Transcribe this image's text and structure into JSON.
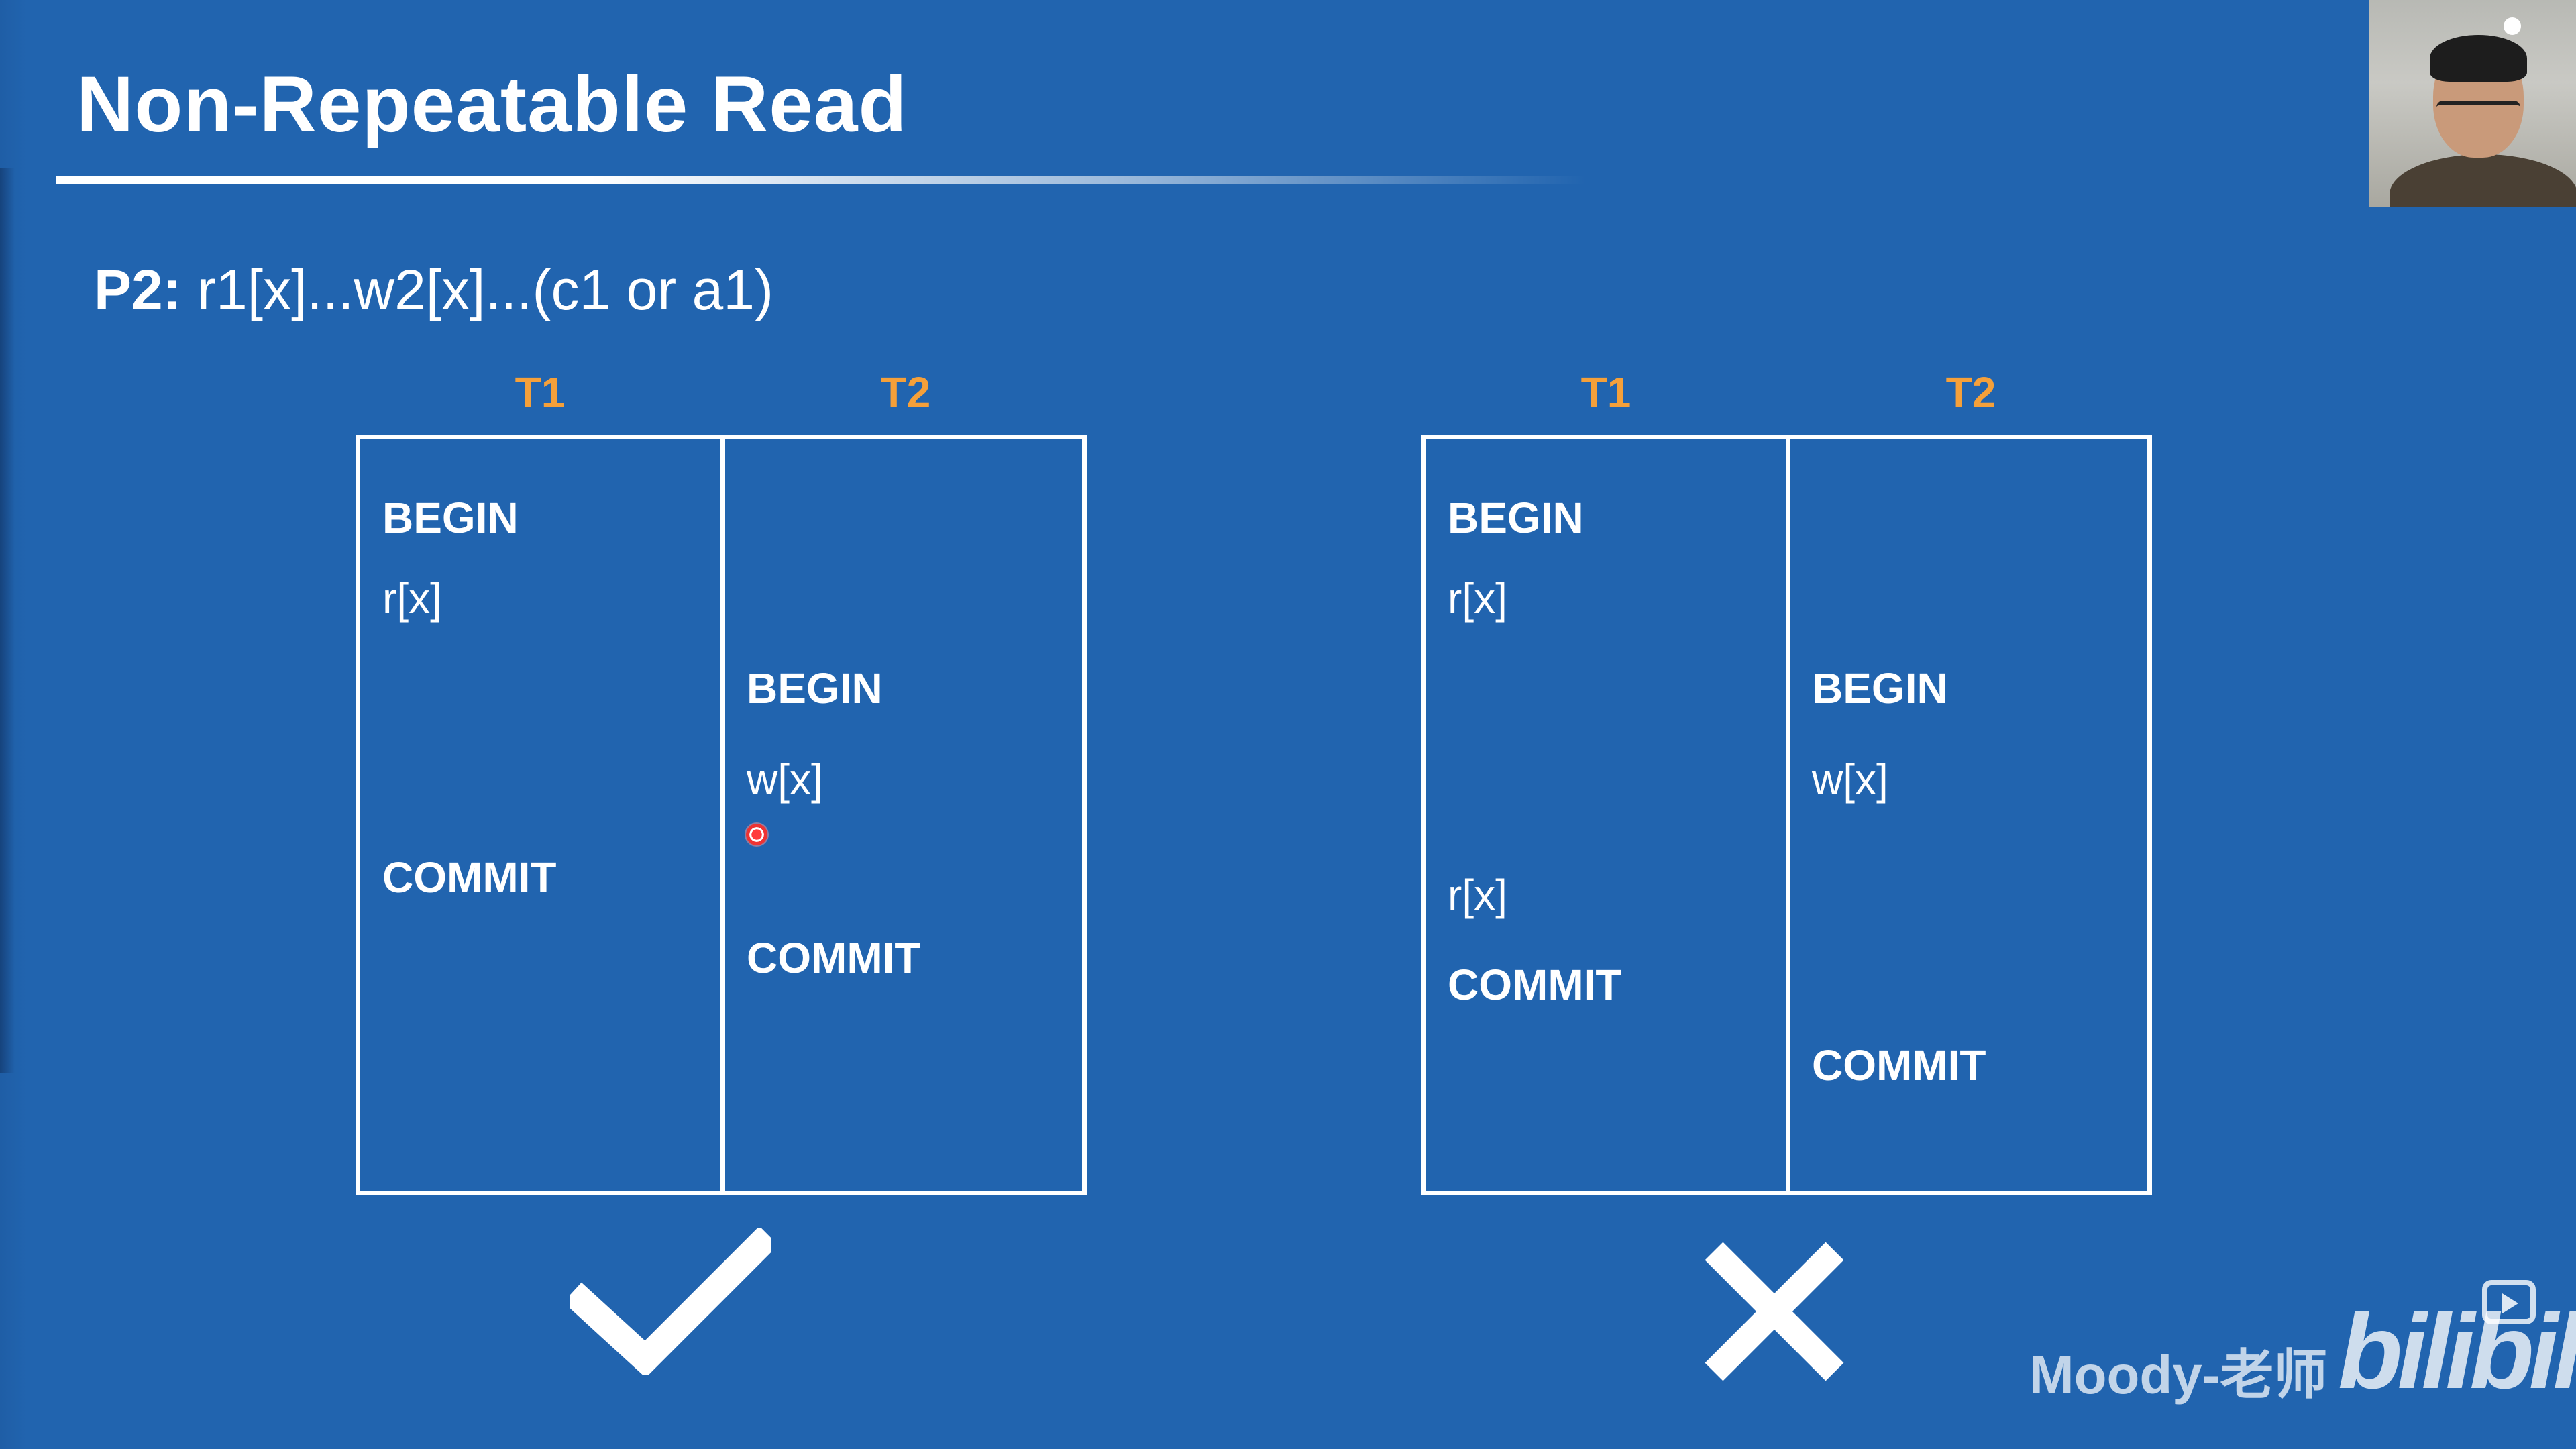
{
  "slide": {
    "title": "Non-Repeatable Read",
    "formula_prefix": "P2:",
    "formula_text": " r1[x]...w2[x]...(c1 or a1)"
  },
  "left_schedule": {
    "headers": [
      "T1",
      "T2"
    ],
    "t1_ops": [
      "BEGIN",
      "r[x]",
      "COMMIT"
    ],
    "t2_ops": [
      "BEGIN",
      "w[x]",
      "COMMIT"
    ],
    "verdict": "check-mark"
  },
  "right_schedule": {
    "headers": [
      "T1",
      "T2"
    ],
    "t1_ops": [
      "BEGIN",
      "r[x]",
      "r[x]",
      "COMMIT"
    ],
    "t2_ops": [
      "BEGIN",
      "w[x]",
      "COMMIT"
    ],
    "verdict": "cross-mark"
  },
  "overlay": {
    "watermark": "Moody-老师",
    "brand": "bilibili"
  },
  "colors": {
    "background": "#2164af",
    "header_accent": "#f5a03a",
    "text": "#ffffff"
  }
}
